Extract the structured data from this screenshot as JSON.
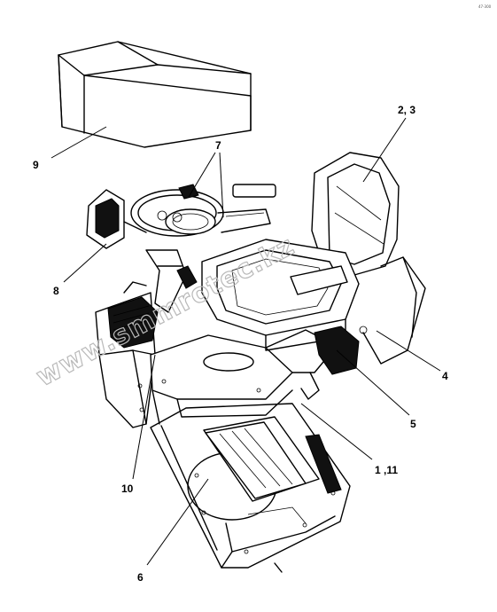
{
  "corner_code": "47-300",
  "watermark": "www.smmrotec.kz",
  "callouts": [
    {
      "id": "9",
      "text": "9"
    },
    {
      "id": "7",
      "text": "7"
    },
    {
      "id": "2-3",
      "text": "2, 3"
    },
    {
      "id": "8",
      "text": "8"
    },
    {
      "id": "4",
      "text": "4"
    },
    {
      "id": "5",
      "text": "5"
    },
    {
      "id": "1-11",
      "text": "1 ,11"
    },
    {
      "id": "10",
      "text": "10"
    },
    {
      "id": "6",
      "text": "6"
    }
  ]
}
